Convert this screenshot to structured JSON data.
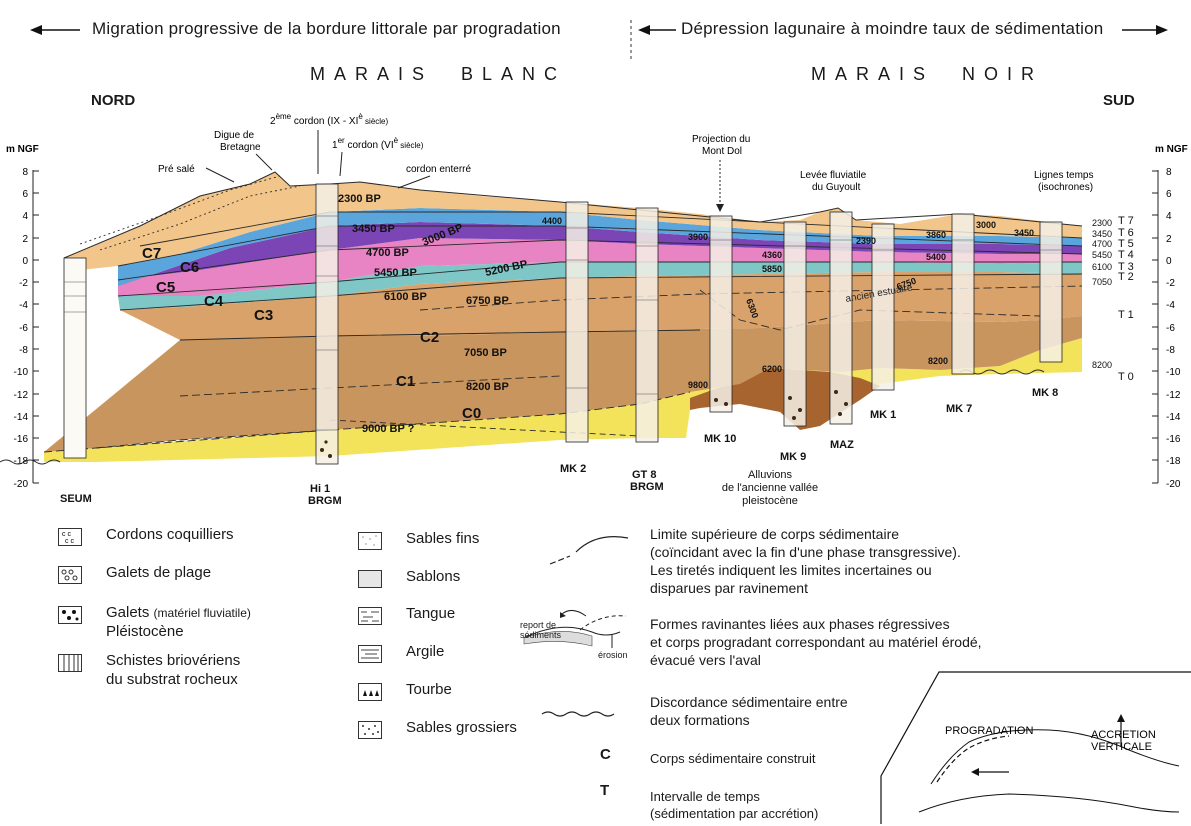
{
  "header": {
    "left_text": "Migration progressive de la bordure littorale par progradation",
    "right_text": "Dépression lagunaire à moindre taux de sédimentation",
    "region_left": "MARAIS  BLANC",
    "region_right": "MARAIS  NOIR",
    "north": "NORD",
    "south": "SUD"
  },
  "axis": {
    "unit": "m NGF",
    "unit_right": "m NGF",
    "ticks": [
      "8",
      "6",
      "4",
      "2",
      "0",
      "-2",
      "-4",
      "-6",
      "-8",
      "-10",
      "-12",
      "-14",
      "-16",
      "-18",
      "-20"
    ]
  },
  "annotations": {
    "pre_sale": "Pré salé",
    "digue_l1": "Digue de",
    "digue_l2": "Bretagne",
    "cordon2_a": "2",
    "cordon2_b": "ème",
    "cordon2_c": " cordon (IX - XI",
    "cordon2_d": "è",
    "cordon2_e": " siècle)",
    "cordon1_a": "1",
    "cordon1_b": "er",
    "cordon1_c": " cordon (VI",
    "cordon1_d": "è",
    "cordon1_e": " siècle)",
    "cordon_enterre": "cordon enterré",
    "mont_dol_l1": "Projection du",
    "mont_dol_l2": "Mont Dol",
    "levee_l1": "Levée fluviatile",
    "levee_l2": "du Guyoult",
    "lignes_l1": "Lignes temps",
    "lignes_l2": "(isochrones)",
    "alluvions_l1": "Alluvions",
    "alluvions_l2": "de l'ancienne vallée",
    "alluvions_l3": "pleistocène",
    "ancien_estuaire": "ancien estuaire"
  },
  "bodies": [
    "C7",
    "C6",
    "C5",
    "C4",
    "C3",
    "C2",
    "C1",
    "C0"
  ],
  "bp_labels": [
    "2300 BP",
    "3450 BP",
    "3000 BP",
    "4700 BP",
    "5450 BP",
    "5200 BP",
    "6100 BP",
    "6750 BP",
    "7050 BP",
    "8200 BP",
    "9000 BP ?"
  ],
  "cores": [
    {
      "name": "SEUM",
      "sub": ""
    },
    {
      "name": "Hi 1",
      "sub": "BRGM"
    },
    {
      "name": "MK 2",
      "sub": ""
    },
    {
      "name": "GT 8",
      "sub": "BRGM"
    },
    {
      "name": "MK 10",
      "sub": ""
    },
    {
      "name": "MK 9",
      "sub": ""
    },
    {
      "name": "MAZ",
      "sub": ""
    },
    {
      "name": "MK 1",
      "sub": ""
    },
    {
      "name": "MK 7",
      "sub": ""
    },
    {
      "name": "MK 8",
      "sub": ""
    }
  ],
  "core_dates": [
    "4400",
    "3900",
    "4360",
    "5850",
    "6300",
    "9800",
    "6200",
    "2390",
    "3860",
    "5400",
    "8200",
    "3000",
    "3450",
    "6750"
  ],
  "time_intervals": [
    {
      "t": "T 7",
      "age": "2300"
    },
    {
      "t": "T 6",
      "age": "3450"
    },
    {
      "t": "T 5",
      "age": "4700"
    },
    {
      "t": "T 4",
      "age": "5450"
    },
    {
      "t": "T 3",
      "age": "6100"
    },
    {
      "t": "T 2",
      "age": "7050"
    },
    {
      "t": "T 1",
      "age": ""
    },
    {
      "t": "T 0",
      "age": "8200"
    }
  ],
  "legend_left": {
    "cordons": "Cordons coquilliers",
    "galets_plage": "Galets de plage",
    "galets_a": "Galets",
    "galets_b": "(matériel fluviatile)",
    "galets_c": "Pléistocène",
    "schistes_a": "Schistes briovériens",
    "schistes_b": "du substrat rocheux"
  },
  "legend_mid": {
    "sables_fins": "Sables fins",
    "sablons": "Sablons",
    "tangue": "Tangue",
    "argile": "Argile",
    "tourbe": "Tourbe",
    "sables_grossiers": "Sables grossiers"
  },
  "legend_right": {
    "limite_l1": "Limite supérieure de corps sédimentaire",
    "limite_l2": "(coïncidant avec la fin d'une phase transgressive).",
    "limite_l3": "Les tiretés indiquent les limites incertaines ou",
    "limite_l4": "disparues par ravinement",
    "formes_l1": "Formes ravinantes liées aux phases régressives",
    "formes_l2": "et corps progradant correspondant au matériel érodé,",
    "formes_l3": "évacué vers l'aval",
    "report_l1": "report de",
    "report_l2": "sédiments",
    "erosion": "érosion",
    "discord_l1": "Discordance sédimentaire entre",
    "discord_l2": "deux formations",
    "c_letter": "C",
    "c_text": "Corps sédimentaire construit",
    "t_letter": "T",
    "t_text_l1": "Intervalle de temps",
    "t_text_l2": "(sédimentation par accrétion)"
  },
  "inset": {
    "progradation": "PROGRADATION",
    "accretion_l1": "ACCRETION",
    "accretion_l2": "VERTICALE"
  },
  "colors": {
    "c7": "#f2c58a",
    "c6": "#5aa6dc",
    "c5": "#7b45b6",
    "c4": "#e884c4",
    "c3": "#7fc6c7",
    "c2": "#d9a26b",
    "c1": "#c9955e",
    "c0": "#f3e35a",
    "alluvion": "#a8642f"
  }
}
